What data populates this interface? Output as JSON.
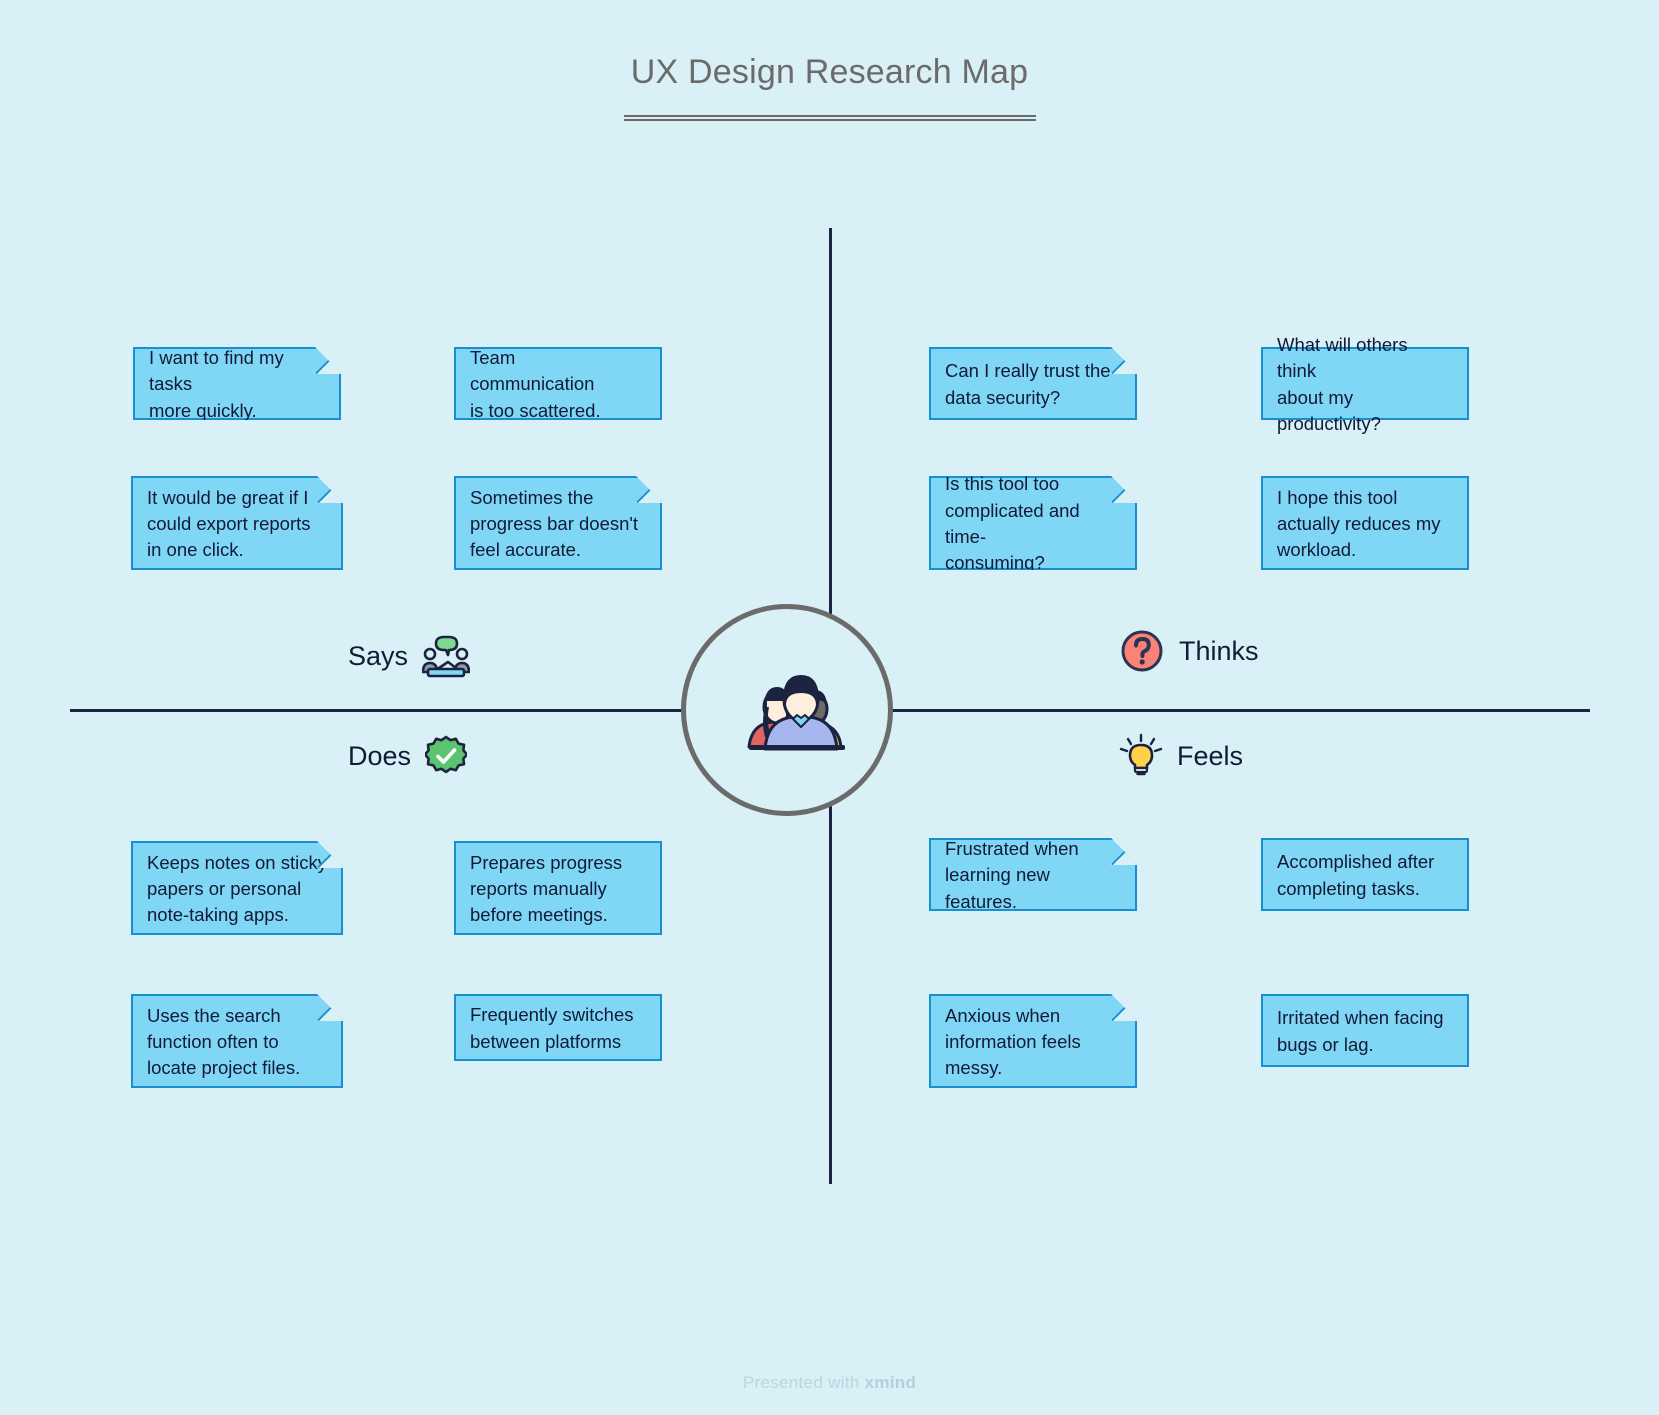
{
  "page": {
    "title": "UX Design Research Map",
    "background_color": "#d9f0f6",
    "axis_color": "#1b2340",
    "note_fill": "#7fd6f5",
    "note_border": "#1a8fd0",
    "title_color": "#6b6b6b"
  },
  "center": {
    "icon": "group-of-people-icon"
  },
  "quadrants": [
    {
      "id": "says",
      "label": "Says",
      "icon": "conversation-people-icon",
      "icon_color": "#7ed98f",
      "notes": [
        {
          "text": "I want to find my tasks\nmore quickly.",
          "folded": true
        },
        {
          "text": "Team communication\nis too scattered.",
          "folded": false
        },
        {
          "text": "It would be great if I\ncould export reports\nin one click.",
          "folded": true
        },
        {
          "text": "Sometimes the\nprogress bar doesn't\nfeel accurate.",
          "folded": true
        }
      ]
    },
    {
      "id": "thinks",
      "label": "Thinks",
      "icon": "question-mark-circle-icon",
      "icon_color": "#fb8278",
      "notes": [
        {
          "text": "Can I really trust the\ndata security?",
          "folded": true
        },
        {
          "text": "What will others think\nabout my productivity?",
          "folded": false
        },
        {
          "text": "Is this tool too\ncomplicated and time-\nconsuming?",
          "folded": true
        },
        {
          "text": "I hope this tool\nactually reduces my\nworkload.",
          "folded": false
        }
      ]
    },
    {
      "id": "does",
      "label": "Does",
      "icon": "green-check-badge-icon",
      "icon_color": "#5cc471",
      "notes": [
        {
          "text": "Keeps notes on sticky\npapers or personal\nnote-taking apps.",
          "folded": true
        },
        {
          "text": "Prepares progress\nreports manually\nbefore meetings.",
          "folded": false
        },
        {
          "text": "Uses the search\nfunction often to\nlocate project files.",
          "folded": true
        },
        {
          "text": "Frequently switches\nbetween platforms",
          "folded": false
        }
      ]
    },
    {
      "id": "feels",
      "label": "Feels",
      "icon": "lightbulb-icon",
      "icon_color": "#ffd24a",
      "notes": [
        {
          "text": "Frustrated when\nlearning new features.",
          "folded": true
        },
        {
          "text": "Accomplished after\ncompleting tasks.",
          "folded": false
        },
        {
          "text": "Anxious when\ninformation feels\nmessy.",
          "folded": true
        },
        {
          "text": "Irritated when facing\nbugs or lag.",
          "folded": false
        }
      ]
    }
  ],
  "footer": {
    "prefix": "Presented with ",
    "brand": "xmind"
  }
}
